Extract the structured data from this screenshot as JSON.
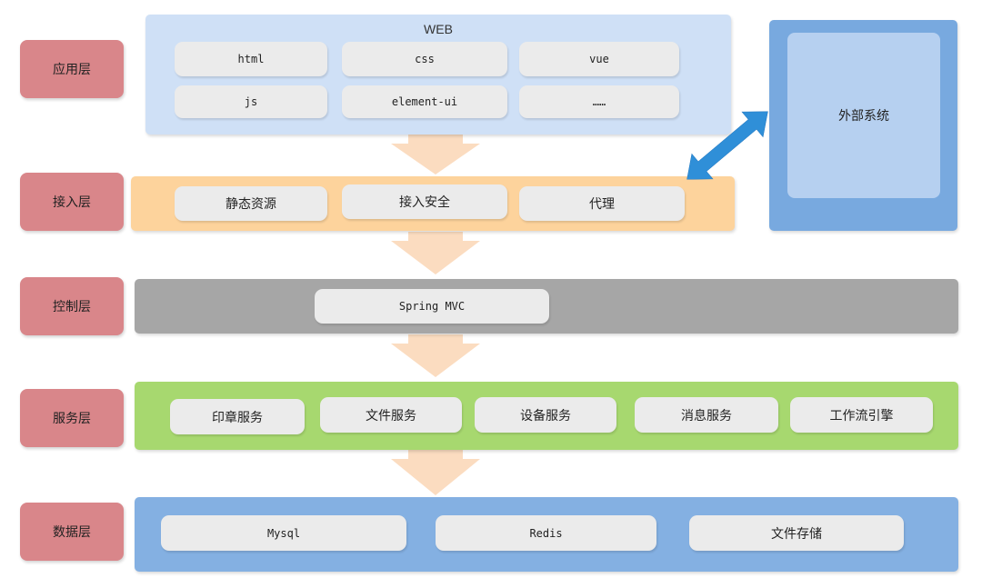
{
  "layers": {
    "app": "应用层",
    "access": "接入层",
    "control": "控制层",
    "service": "服务层",
    "data": "数据层"
  },
  "web": {
    "title": "WEB",
    "items": [
      "html",
      "css",
      "vue",
      "js",
      "element-ui",
      "……"
    ]
  },
  "access": {
    "items": [
      "静态资源",
      "接入安全",
      "代理"
    ]
  },
  "control": {
    "items": [
      "Spring MVC"
    ]
  },
  "service": {
    "items": [
      "印章服务",
      "文件服务",
      "设备服务",
      "消息服务",
      "工作流引擎"
    ]
  },
  "data": {
    "items": [
      "Mysql",
      "Redis",
      "文件存储"
    ]
  },
  "external": {
    "title": "外部系统"
  },
  "colors": {
    "layer_label": "#d9868a",
    "web_band": "#cfe0f6",
    "access_band": "#fdd39c",
    "control_band": "#a6a6a6",
    "service_band": "#a7d86f",
    "data_band": "#84b0e2",
    "external_outer": "#78a9df",
    "external_inner": "#b6d0f0",
    "flow_arrow": "#fbdcc0",
    "link_arrow": "#2f8fd8",
    "pill": "#ebebeb"
  },
  "icons": {
    "flow": "down-arrow-icon",
    "link": "bidirectional-arrow-icon"
  }
}
